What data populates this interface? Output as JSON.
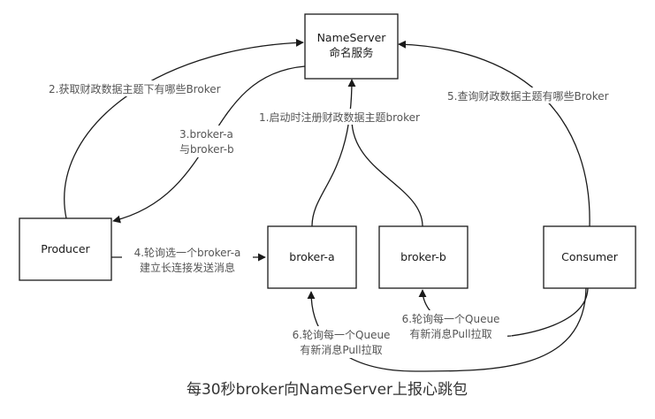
{
  "nodes": {
    "nameserver": {
      "line1": "NameServer",
      "line2": "命名服务"
    },
    "producer": {
      "label": "Producer"
    },
    "broker_a": {
      "label": "broker-a"
    },
    "broker_b": {
      "label": "broker-b"
    },
    "consumer": {
      "label": "Consumer"
    }
  },
  "edges": {
    "step1": "1.启动时注册财政数据主题broker",
    "step2": "2.获取财政数据主题下有哪些Broker",
    "step3": {
      "line1": "3.broker-a",
      "line2": "与broker-b"
    },
    "step4": {
      "line1": "4.轮询选一个broker-a",
      "line2": "建立长连接发送消息"
    },
    "step5": "5.查询财政数据主题有哪些Broker",
    "step6a": {
      "line1": "6.轮询每一个Queue",
      "line2": "有新消息Pull拉取"
    },
    "step6b": {
      "line1": "6.轮询每一个Queue",
      "line2": "有新消息Pull拉取"
    }
  },
  "caption": "每30秒broker向NameServer上报心跳包"
}
